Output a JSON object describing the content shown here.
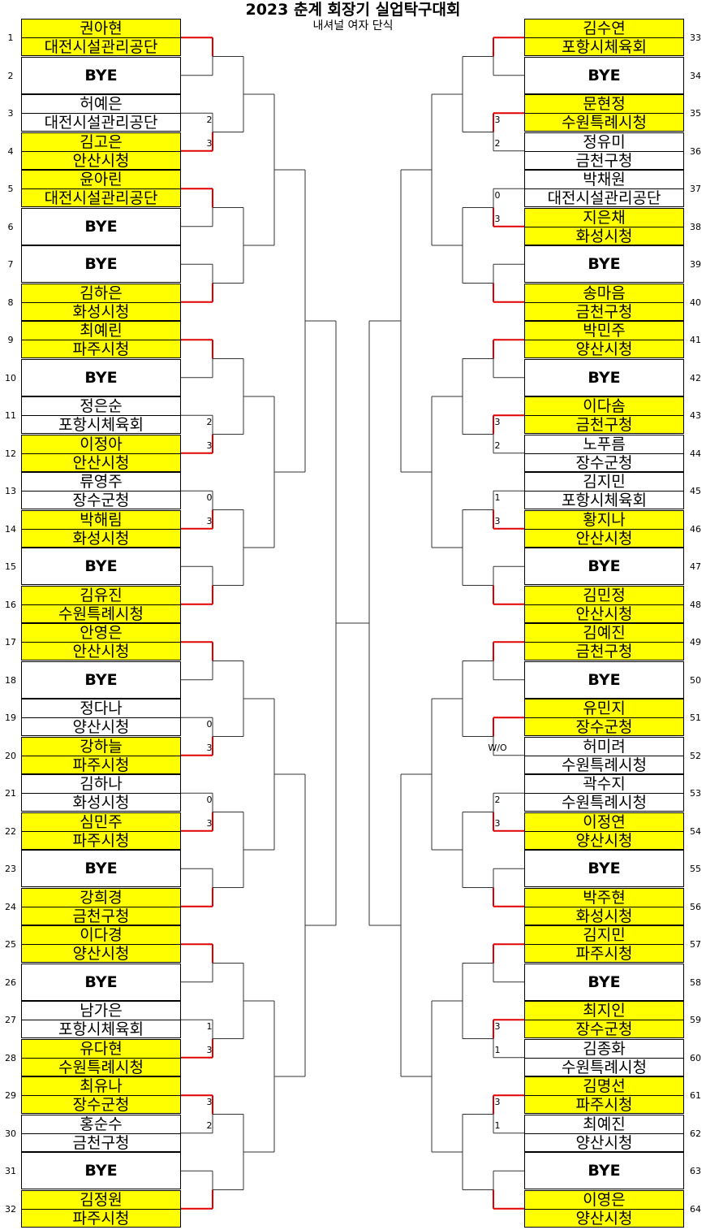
{
  "header": {
    "title": "2023 춘계 회장기 실업탁구대회",
    "subtitle": "내셔널 여자 단식"
  },
  "bye_label": "BYE",
  "colors": {
    "winner_fill": "#ffff00",
    "advance_line": "#e00000",
    "bracket_line": "#333333"
  },
  "left_slots": [
    {
      "num": "1",
      "name": "권아현",
      "team": "대전시설관리공단",
      "winner": true
    },
    {
      "num": "2",
      "bye": true
    },
    {
      "num": "3",
      "name": "허예은",
      "team": "대전시설관리공단",
      "winner": false
    },
    {
      "num": "4",
      "name": "김고은",
      "team": "안산시청",
      "winner": true
    },
    {
      "num": "5",
      "name": "윤아린",
      "team": "대전시설관리공단",
      "winner": true
    },
    {
      "num": "6",
      "bye": true
    },
    {
      "num": "7",
      "bye": true
    },
    {
      "num": "8",
      "name": "김하은",
      "team": "화성시청",
      "winner": true
    },
    {
      "num": "9",
      "name": "최예린",
      "team": "파주시청",
      "winner": true
    },
    {
      "num": "10",
      "bye": true
    },
    {
      "num": "11",
      "name": "정은순",
      "team": "포항시체육회",
      "winner": false
    },
    {
      "num": "12",
      "name": "이정아",
      "team": "안산시청",
      "winner": true
    },
    {
      "num": "13",
      "name": "류영주",
      "team": "장수군청",
      "winner": false
    },
    {
      "num": "14",
      "name": "박해림",
      "team": "화성시청",
      "winner": true
    },
    {
      "num": "15",
      "bye": true
    },
    {
      "num": "16",
      "name": "김유진",
      "team": "수원특례시청",
      "winner": true
    },
    {
      "num": "17",
      "name": "안영은",
      "team": "안산시청",
      "winner": true
    },
    {
      "num": "18",
      "bye": true
    },
    {
      "num": "19",
      "name": "정다나",
      "team": "양산시청",
      "winner": false
    },
    {
      "num": "20",
      "name": "강하늘",
      "team": "파주시청",
      "winner": true
    },
    {
      "num": "21",
      "name": "김하나",
      "team": "화성시청",
      "winner": false
    },
    {
      "num": "22",
      "name": "심민주",
      "team": "파주시청",
      "winner": true
    },
    {
      "num": "23",
      "bye": true
    },
    {
      "num": "24",
      "name": "강희경",
      "team": "금천구청",
      "winner": true
    },
    {
      "num": "25",
      "name": "이다경",
      "team": "양산시청",
      "winner": true
    },
    {
      "num": "26",
      "bye": true
    },
    {
      "num": "27",
      "name": "남가은",
      "team": "포항시체육회",
      "winner": false
    },
    {
      "num": "28",
      "name": "유다현",
      "team": "수원특례시청",
      "winner": true
    },
    {
      "num": "29",
      "name": "최유나",
      "team": "장수군청",
      "winner": true
    },
    {
      "num": "30",
      "name": "홍순수",
      "team": "금천구청",
      "winner": false
    },
    {
      "num": "31",
      "bye": true
    },
    {
      "num": "32",
      "name": "김정원",
      "team": "파주시청",
      "winner": true
    }
  ],
  "right_slots": [
    {
      "num": "33",
      "name": "김수연",
      "team": "포항시체육회",
      "winner": true
    },
    {
      "num": "34",
      "bye": true
    },
    {
      "num": "35",
      "name": "문현정",
      "team": "수원특례시청",
      "winner": true
    },
    {
      "num": "36",
      "name": "정유미",
      "team": "금천구청",
      "winner": false
    },
    {
      "num": "37",
      "name": "박채원",
      "team": "대전시설관리공단",
      "winner": false
    },
    {
      "num": "38",
      "name": "지은채",
      "team": "화성시청",
      "winner": true
    },
    {
      "num": "39",
      "bye": true
    },
    {
      "num": "40",
      "name": "송마음",
      "team": "금천구청",
      "winner": true
    },
    {
      "num": "41",
      "name": "박민주",
      "team": "양산시청",
      "winner": true
    },
    {
      "num": "42",
      "bye": true
    },
    {
      "num": "43",
      "name": "이다솜",
      "team": "금천구청",
      "winner": true
    },
    {
      "num": "44",
      "name": "노푸름",
      "team": "장수군청",
      "winner": false
    },
    {
      "num": "45",
      "name": "김지민",
      "team": "포항시체육회",
      "winner": false
    },
    {
      "num": "46",
      "name": "황지나",
      "team": "안산시청",
      "winner": true
    },
    {
      "num": "47",
      "bye": true
    },
    {
      "num": "48",
      "name": "김민정",
      "team": "안산시청",
      "winner": true
    },
    {
      "num": "49",
      "name": "김예진",
      "team": "금천구청",
      "winner": true
    },
    {
      "num": "50",
      "bye": true
    },
    {
      "num": "51",
      "name": "유민지",
      "team": "장수군청",
      "winner": true
    },
    {
      "num": "52",
      "name": "허미려",
      "team": "수원특례시청",
      "winner": false
    },
    {
      "num": "53",
      "name": "곽수지",
      "team": "수원특례시청",
      "winner": false
    },
    {
      "num": "54",
      "name": "이정연",
      "team": "양산시청",
      "winner": true
    },
    {
      "num": "55",
      "bye": true
    },
    {
      "num": "56",
      "name": "박주현",
      "team": "화성시청",
      "winner": true
    },
    {
      "num": "57",
      "name": "김지민",
      "team": "파주시청",
      "winner": true
    },
    {
      "num": "58",
      "bye": true
    },
    {
      "num": "59",
      "name": "최지인",
      "team": "장수군청",
      "winner": true
    },
    {
      "num": "60",
      "name": "김종화",
      "team": "수원특례시청",
      "winner": false
    },
    {
      "num": "61",
      "name": "김명선",
      "team": "파주시청",
      "winner": true
    },
    {
      "num": "62",
      "name": "최예진",
      "team": "양산시청",
      "winner": false
    },
    {
      "num": "63",
      "bye": true
    },
    {
      "num": "64",
      "name": "이영은",
      "team": "양산시청",
      "winner": true
    }
  ],
  "left_scores": [
    {
      "after_slot": 3,
      "scores": [
        "2",
        "3"
      ]
    },
    {
      "after_slot": 11,
      "scores": [
        "2",
        "3"
      ]
    },
    {
      "after_slot": 13,
      "scores": [
        "0",
        "3"
      ]
    },
    {
      "after_slot": 19,
      "scores": [
        "0",
        "3"
      ]
    },
    {
      "after_slot": 21,
      "scores": [
        "0",
        "3"
      ]
    },
    {
      "after_slot": 27,
      "scores": [
        "1",
        "3"
      ]
    },
    {
      "after_slot": 29,
      "scores": [
        "3",
        "2"
      ]
    }
  ],
  "right_scores": [
    {
      "after_slot": 35,
      "scores": [
        "3",
        "2"
      ]
    },
    {
      "after_slot": 37,
      "scores": [
        "0",
        "3"
      ]
    },
    {
      "after_slot": 43,
      "scores": [
        "3",
        "2"
      ]
    },
    {
      "after_slot": 45,
      "scores": [
        "1",
        "3"
      ]
    },
    {
      "after_slot": 51,
      "scores": [
        "",
        "W/O"
      ]
    },
    {
      "after_slot": 53,
      "scores": [
        "2",
        "3"
      ]
    },
    {
      "after_slot": 59,
      "scores": [
        "3",
        "1"
      ]
    },
    {
      "after_slot": 61,
      "scores": [
        "3",
        "1"
      ]
    }
  ]
}
